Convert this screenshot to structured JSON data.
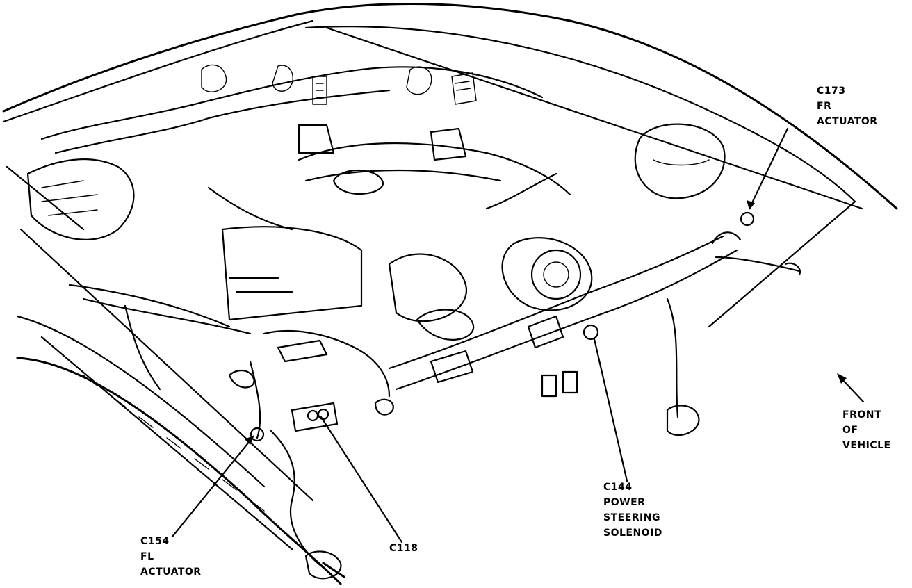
{
  "labels": {
    "c173": {
      "line1": "C173",
      "line2": "FR",
      "line3": "ACTUATOR"
    },
    "c154": {
      "line1": "C154",
      "line2": "FL",
      "line3": "ACTUATOR"
    },
    "c118": {
      "line1": "C118"
    },
    "c144": {
      "line1": "C144",
      "line2": "POWER",
      "line3": "STEERING",
      "line4": "SOLENOID"
    },
    "front": {
      "line1": "FRONT",
      "line2": "OF",
      "line3": "VEHICLE"
    }
  }
}
